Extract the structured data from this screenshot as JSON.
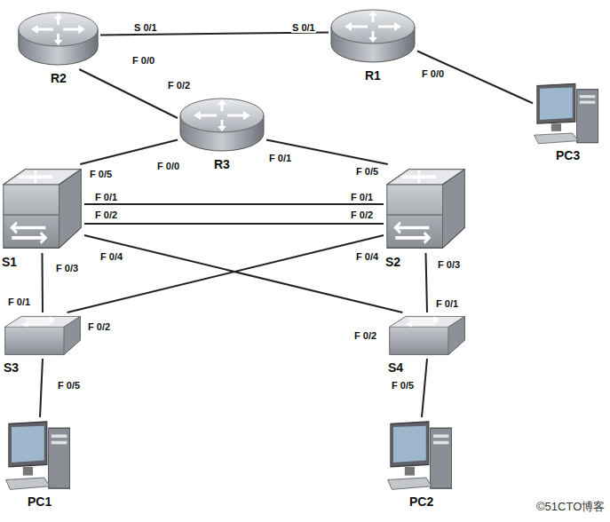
{
  "diagram": {
    "nodes": [
      {
        "text": [
          "R2"
        ]
      },
      {
        "text": [
          "R1"
        ]
      },
      {
        "text": [
          "PC3"
        ]
      },
      {
        "text": [
          "R3"
        ]
      },
      {
        "text": [
          "S1"
        ]
      },
      {
        "text": [
          "S2"
        ]
      },
      {
        "text": [
          "S3"
        ]
      },
      {
        "text": [
          "S4"
        ]
      },
      {
        "text": [
          "PC1"
        ]
      },
      {
        "text": [
          "PC2"
        ]
      }
    ],
    "edges": [
      {
        "from": 0,
        "to": 1,
        "arrow": "none"
      },
      {
        "from": 1,
        "to": 2,
        "arrow": "none"
      },
      {
        "from": 0,
        "to": 3,
        "arrow": "none"
      },
      {
        "from": 3,
        "to": 4,
        "arrow": "none"
      },
      {
        "from": 3,
        "to": 5,
        "arrow": "none"
      },
      {
        "from": 4,
        "to": 5,
        "arrow": "none"
      },
      {
        "from": 4,
        "to": 5,
        "arrow": "none"
      },
      {
        "from": 4,
        "to": 7,
        "arrow": "none"
      },
      {
        "from": 5,
        "to": 6,
        "arrow": "none"
      },
      {
        "from": 4,
        "to": 6,
        "arrow": "none"
      },
      {
        "from": 5,
        "to": 7,
        "arrow": "none"
      },
      {
        "from": 6,
        "to": 8,
        "arrow": "none"
      },
      {
        "from": 7,
        "to": 9,
        "arrow": "none"
      }
    ],
    "labels": [
      "S 0/1",
      "S 0/1",
      "F 0/0",
      "F 0/0",
      "F 0/2",
      "F 0/0",
      "F 0/5",
      "F 0/1",
      "F 0/5",
      "F 0/1",
      "F 0/1",
      "F 0/2",
      "F 0/2",
      "F 0/4",
      "F 0/4",
      "F 0/2",
      "F 0/2",
      "F 0/3",
      "F 0/1",
      "F 0/3",
      "F 0/1",
      "F 0/5",
      "F 0/5",
      "©51CTO博客"
    ]
  }
}
